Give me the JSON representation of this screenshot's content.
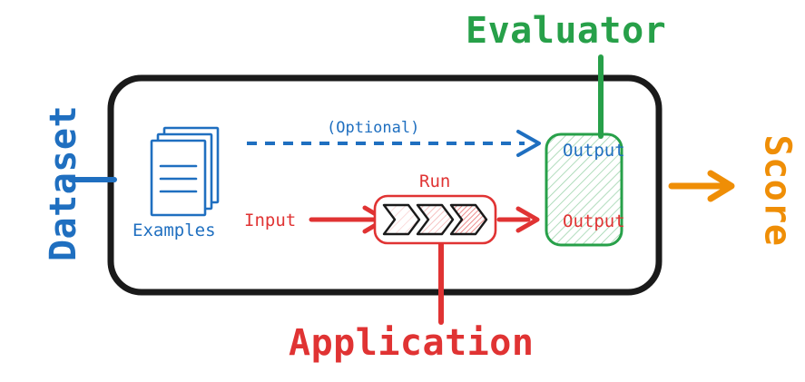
{
  "diagram": {
    "title": "Evaluation pipeline diagram",
    "outer_container": {
      "name": "evaluation-run-container",
      "stroke": "#1a1a1a"
    },
    "labels": {
      "dataset": "Dataset",
      "evaluator": "Evaluator",
      "application": "Application",
      "score": "Score",
      "examples": "Examples",
      "optional": "(Optional)",
      "run": "Run",
      "input": "Input",
      "output_top": "Output",
      "output_bottom": "Output"
    },
    "colors": {
      "blue": "#1f6fc0",
      "red": "#e03333",
      "green": "#27a049",
      "orange": "#ef8e06",
      "black": "#1a1a1a",
      "green_fill": "#f2fbf4",
      "red_fill": "#fdf0f0"
    },
    "nodes": [
      {
        "name": "examples-icon",
        "kind": "document-stack",
        "label": "Examples",
        "color": "#1f6fc0",
        "sheets": 3,
        "text_lines": 3
      },
      {
        "name": "run-box",
        "kind": "rounded-rect",
        "label": "Run",
        "color": "#e03333",
        "chevrons": 3,
        "chevron_hatch_density": [
          "light",
          "medium",
          "heavy"
        ]
      },
      {
        "name": "output-box",
        "kind": "rounded-rect",
        "color": "#27a049",
        "hatched": true,
        "entries": [
          {
            "label": "Output",
            "color": "#1f6fc0"
          },
          {
            "label": "Output",
            "color": "#e03333"
          }
        ]
      }
    ],
    "edges": [
      {
        "name": "optional-edge",
        "from": "examples-icon",
        "to": "output-box",
        "style": "dashed",
        "color": "#1f6fc0",
        "label": "(Optional)",
        "arrow": true
      },
      {
        "name": "input-edge",
        "from": "input-label",
        "to": "run-box",
        "style": "solid",
        "color": "#e03333",
        "label": "Input",
        "arrow": true
      },
      {
        "name": "run-to-output-edge",
        "from": "run-box",
        "to": "output-box",
        "style": "solid",
        "color": "#e03333",
        "arrow": true
      },
      {
        "name": "score-edge",
        "from": "evaluation-run-container",
        "to": "score-label",
        "style": "solid",
        "color": "#ef8e06",
        "arrow": true
      },
      {
        "name": "dataset-connector",
        "from": "dataset-label",
        "to": "evaluation-run-container",
        "style": "solid",
        "color": "#1f6fc0",
        "arrow": false
      },
      {
        "name": "evaluator-connector",
        "from": "evaluator-label",
        "to": "output-box",
        "style": "solid",
        "color": "#27a049",
        "arrow": false
      },
      {
        "name": "application-connector",
        "from": "run-box",
        "to": "application-label",
        "style": "solid",
        "color": "#e03333",
        "arrow": false
      }
    ]
  }
}
